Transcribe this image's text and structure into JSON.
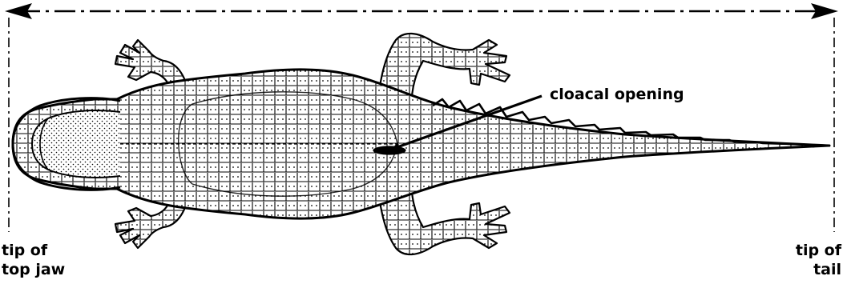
{
  "labels": {
    "cloacal_opening": "cloacal opening",
    "tip_of_top_jaw": [
      "tip of",
      "top jaw"
    ],
    "tip_of_tail": [
      "tip of",
      "tail"
    ]
  },
  "colors": {
    "ink": "#000000",
    "paper": "#ffffff"
  }
}
